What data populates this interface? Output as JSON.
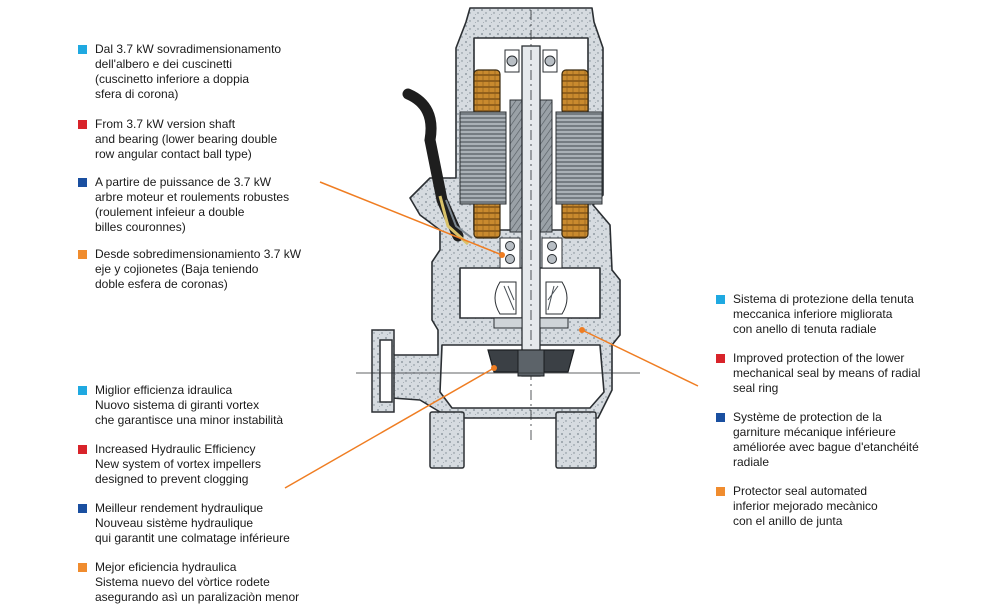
{
  "colors": {
    "cyan": "#1fa9e1",
    "red": "#d8232a",
    "blue": "#1a4fa0",
    "orange": "#f08c2e",
    "leader": "#ef7d22"
  },
  "notes_left_top": [
    {
      "color": "cyan",
      "text": "Dal 3.7 kW sovradimensionamento\ndell'albero e dei cuscinetti\n(cuscinetto inferiore a doppia\nsfera di corona)"
    },
    {
      "color": "red",
      "text": "From 3.7 kW version shaft\nand bearing (lower bearing double\nrow angular contact ball type)"
    },
    {
      "color": "blue",
      "text": "A partire de puissance de 3.7 kW\narbre moteur et roulements robustes\n(roulement infeieur a double\nbilles couronnes)"
    },
    {
      "color": "orange",
      "text": "Desde sobredimensionamiento 3.7 kW\neje y cojionetes (Baja teniendo\ndoble esfera de coronas)"
    }
  ],
  "notes_left_bottom": [
    {
      "color": "cyan",
      "text": "Miglior efficienza idraulica\nNuovo sistema di giranti vortex\nche garantisce una minor instabilità"
    },
    {
      "color": "red",
      "text": "Increased Hydraulic Efficiency\nNew system of vortex impellers\ndesigned to prevent clogging"
    },
    {
      "color": "blue",
      "text": "Meilleur rendement hydraulique\nNouveau sistème hydraulique\nqui garantit une colmatage inférieure"
    },
    {
      "color": "orange",
      "text": "Mejor eficiencia hydraulica\nSistema nuevo del vòrtice rodete\nasegurando asì un paralizaciòn menor"
    }
  ],
  "notes_right": [
    {
      "color": "cyan",
      "text": "Sistema di protezione della tenuta\nmeccanica inferiore migliorata\ncon anello di tenuta radiale"
    },
    {
      "color": "red",
      "text": "Improved protection of the lower\nmechanical seal by means of radial\nseal ring"
    },
    {
      "color": "blue",
      "text": "Système de protection de la\ngarniture mécanique inférieure\naméliorée avec bague d'etanchéité\nradiale"
    },
    {
      "color": "orange",
      "text": "Protector seal automated\ninferior mejorado mecànico\ncon el anillo de junta"
    }
  ]
}
